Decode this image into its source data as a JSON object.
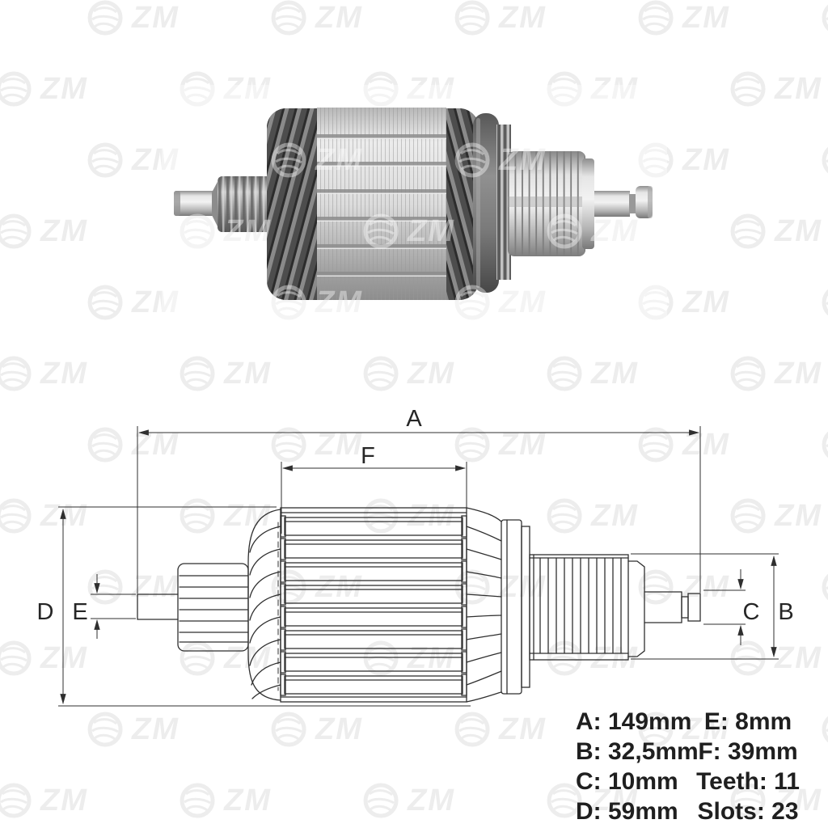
{
  "page": {
    "background": "#ffffff"
  },
  "watermark": {
    "text": "ZM",
    "icon": "globe-icon",
    "color_under": "#ededed",
    "color_overlay": "rgba(255,255,255,0.40)"
  },
  "colors": {
    "drawing_line": "#2f2f2f",
    "spec_text": "#1f1f1f"
  },
  "photo": {
    "description": "starter-motor-armature-photo"
  },
  "diagram": {
    "labels": {
      "a": "A",
      "b": "B",
      "c": "C",
      "d": "D",
      "e": "E",
      "f": "F"
    }
  },
  "specs": {
    "left": [
      "A: 149mm",
      "B: 32,5mm",
      "C: 10mm",
      "D: 59mm"
    ],
    "right": [
      "E: 8mm",
      "F: 39mm",
      "Teeth: 11",
      "Slots: 23"
    ]
  }
}
